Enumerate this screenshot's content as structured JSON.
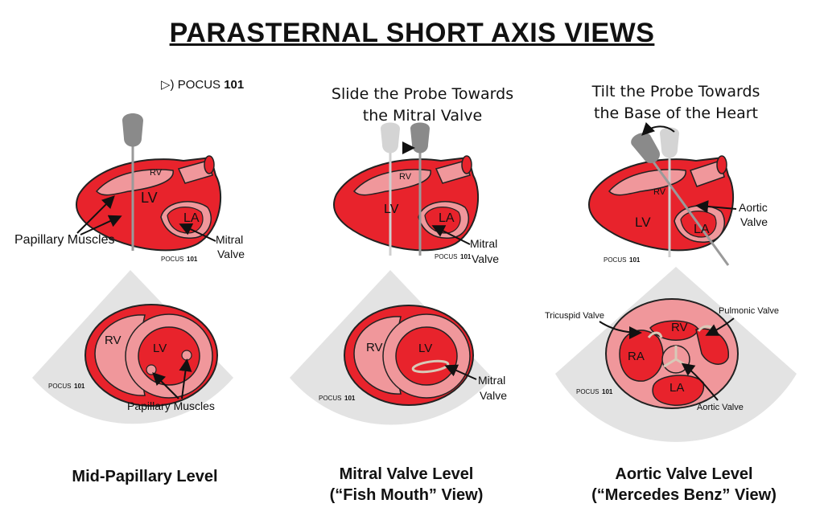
{
  "title": "PARASTERNAL SHORT AXIS VIEWS",
  "brand": {
    "name": "POCUS",
    "number": "101"
  },
  "instructions": {
    "mitral": [
      "Slide the Probe Towards",
      "the Mitral Valve"
    ],
    "aortic": [
      "Tilt the Probe Towards",
      "the Base of the Heart"
    ]
  },
  "captions": {
    "mid": [
      "Mid-Papillary Level"
    ],
    "mitral": [
      "Mitral Valve Level",
      "(“Fish Mouth” View)"
    ],
    "aortic": [
      "Aortic Valve Level",
      "(“Mercedes Benz” View)"
    ]
  },
  "labels": {
    "rv": "RV",
    "lv": "LV",
    "la": "LA",
    "ra": "RA",
    "papillary_muscles": "Papillary Muscles",
    "mitral": "Mitral",
    "valve": "Valve",
    "aortic": "Aortic",
    "tricuspid_valve": "Tricuspid Valve",
    "pulmonic_valve": "Pulmonic Valve",
    "aortic_valve": "Aortic Valve"
  },
  "colors": {
    "red": "#e8232c",
    "pink": "#f0979b",
    "probe": "#8a8a8a",
    "probe_light": "#cfcfcf",
    "fan": "#e3e3e3"
  }
}
